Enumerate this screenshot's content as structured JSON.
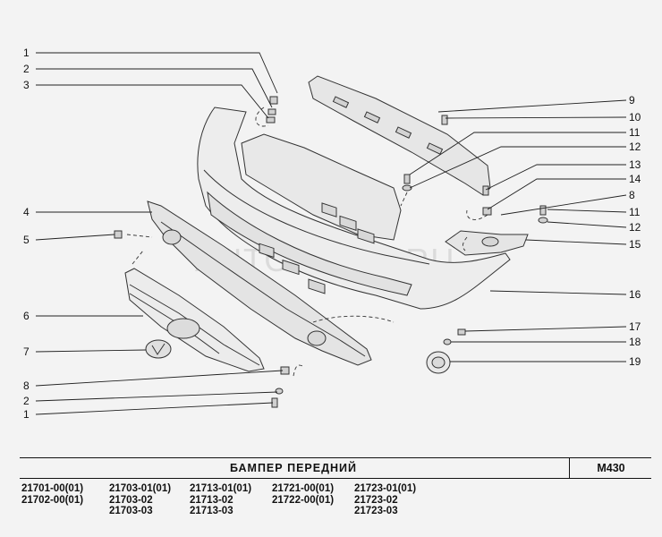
{
  "diagram": {
    "watermark": "AUTOPITER.RU",
    "callouts_left": [
      "1",
      "2",
      "3",
      "4",
      "5",
      "6",
      "7",
      "8",
      "2",
      "1"
    ],
    "callouts_right": [
      "9",
      "10",
      "11",
      "12",
      "13",
      "14",
      "8",
      "11",
      "12",
      "15",
      "16",
      "17",
      "18",
      "19"
    ]
  },
  "footer": {
    "title": "БАМПЕР   ПЕРЕДНИЙ",
    "code": "M430"
  },
  "models": [
    [
      "21701-00(01)",
      "21702-00(01)"
    ],
    [
      "21703-01(01)",
      "21703-02",
      "21703-03"
    ],
    [
      "21713-01(01)",
      "21713-02",
      "21713-03"
    ],
    [
      "21721-00(01)",
      "21722-00(01)"
    ],
    [
      "21723-01(01)",
      "21723-02",
      "21723-03"
    ]
  ]
}
